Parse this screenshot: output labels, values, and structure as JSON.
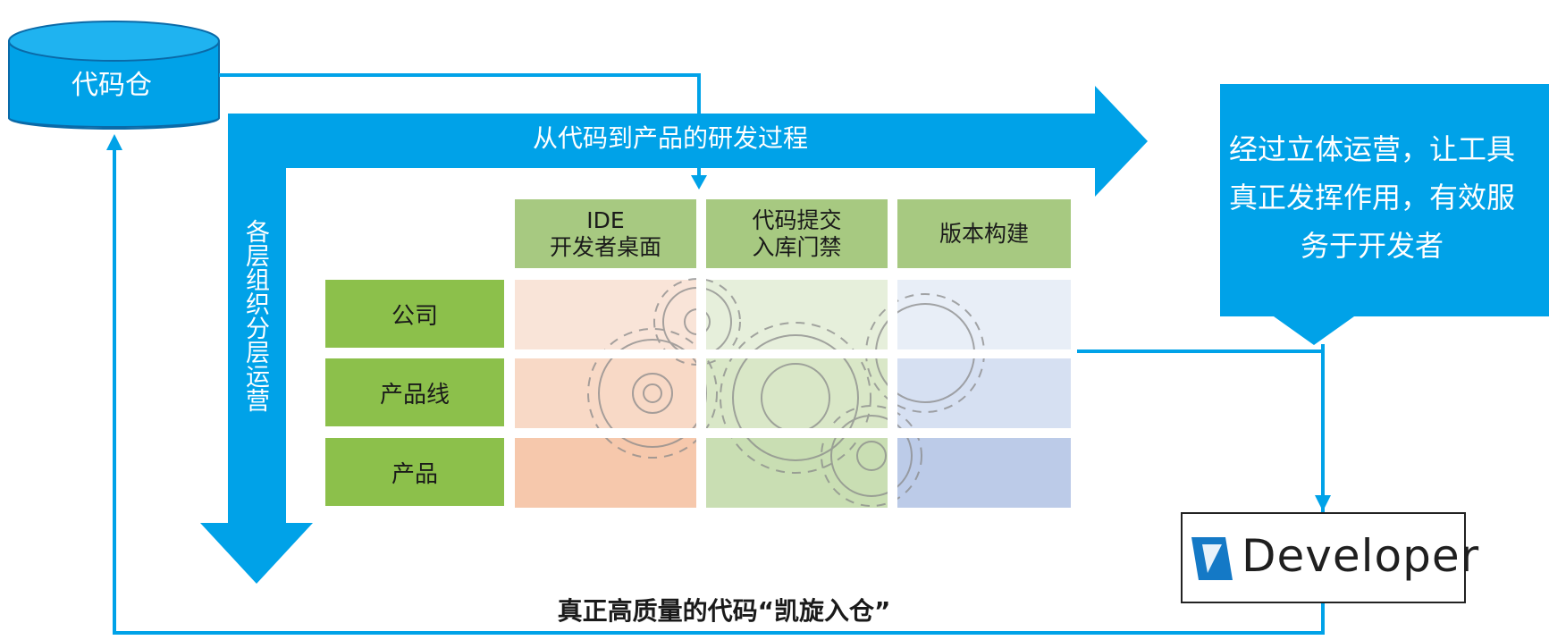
{
  "repo": {
    "label": "代码仓"
  },
  "process": {
    "label": "从代码到产品的研发过程"
  },
  "layered_ops": {
    "label": "各层组织分层运营"
  },
  "callout": {
    "text": "经过立体运营，让工具真正发挥作用，有效服务于开发者"
  },
  "matrix": {
    "columns": [
      {
        "line1": "IDE",
        "line2": "开发者桌面"
      },
      {
        "line1": "代码提交",
        "line2": "入库门禁"
      },
      {
        "line1": "版本构建",
        "line2": ""
      }
    ],
    "rows": [
      "公司",
      "产品线",
      "产品"
    ]
  },
  "developer": {
    "label": "Developer"
  },
  "bottom": {
    "label": "真正高质量的代码“凯旋入仓”"
  },
  "colors": {
    "accent_blue": "#00a2e8",
    "header_green_light": "#a7c981",
    "header_green": "#8cc04b",
    "col1_tint": "#f7c9ad",
    "col2_tint": "#c9deb3",
    "col3_tint": "#bccbe8"
  }
}
